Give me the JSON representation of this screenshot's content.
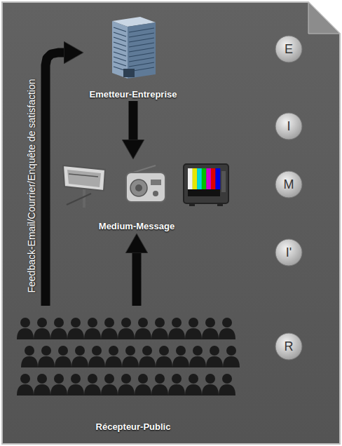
{
  "diagram": {
    "nodes": [
      {
        "text": [
          "Emetteur-Entreprise"
        ]
      },
      {
        "text": [
          "E"
        ]
      },
      {
        "text": [
          "I"
        ]
      },
      {
        "text": [
          "Medium-Message"
        ]
      },
      {
        "text": [
          "M"
        ]
      },
      {
        "text": [
          "I'"
        ]
      },
      {
        "text": [
          "R"
        ]
      },
      {
        "text": [
          "Récepteur-Public"
        ]
      }
    ],
    "edges": [
      {
        "from": 0,
        "to": 3,
        "arrow": "to"
      },
      {
        "from": 7,
        "to": 3,
        "arrow": "to"
      },
      {
        "from": 7,
        "to": 0,
        "arrow": "to",
        "label": "Feedback-Email/Courrier/Enquête de satisfaction"
      }
    ]
  }
}
